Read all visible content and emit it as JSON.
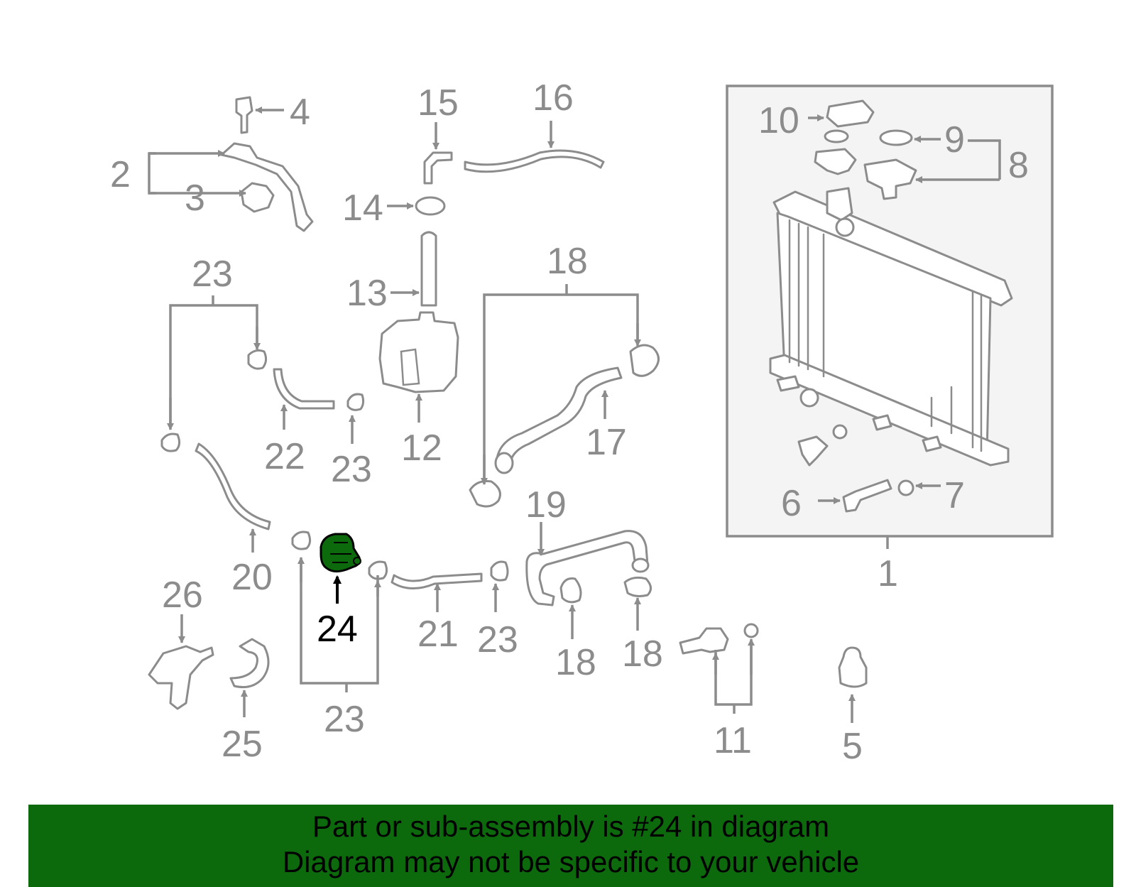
{
  "callouts": {
    "c1": "1",
    "c2": "2",
    "c3": "3",
    "c4": "4",
    "c5": "5",
    "c6": "6",
    "c7": "7",
    "c8": "8",
    "c9": "9",
    "c10": "10",
    "c11": "11",
    "c12": "12",
    "c13": "13",
    "c14": "14",
    "c15": "15",
    "c16": "16",
    "c17": "17",
    "c18": "18",
    "c19": "19",
    "c20": "20",
    "c21": "21",
    "c22": "22",
    "c23": "23",
    "c24": "24",
    "c25": "25",
    "c26": "26"
  },
  "highlight": {
    "part": "24",
    "color": "#0c6a0c"
  },
  "banner": {
    "line1": "Part or sub-assembly is #24 in diagram",
    "line2": "Diagram may not be specific to your vehicle",
    "background": "#0c6a0c"
  },
  "colors": {
    "line": "#8c8c8c",
    "box_fill": "#f4f4f4"
  }
}
